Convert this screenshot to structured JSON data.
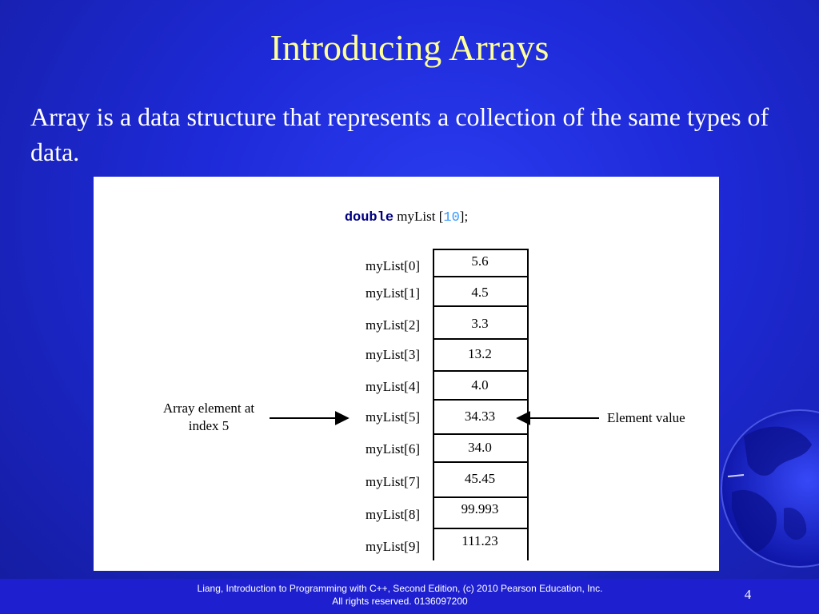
{
  "slide": {
    "title": "Introducing Arrays",
    "body": "Array is a data structure that represents a collection of the same types of data."
  },
  "figure": {
    "declaration": {
      "keyword": "double",
      "name": " myList [",
      "size": "10",
      "end": "];"
    },
    "rows": [
      {
        "label": "myList[0]",
        "value": "5.6"
      },
      {
        "label": "myList[1]",
        "value": "4.5"
      },
      {
        "label": "myList[2]",
        "value": "3.3"
      },
      {
        "label": "myList[3]",
        "value": "13.2"
      },
      {
        "label": "myList[4]",
        "value": "4.0"
      },
      {
        "label": "myList[5]",
        "value": "34.33"
      },
      {
        "label": "myList[6]",
        "value": "34.0"
      },
      {
        "label": "myList[7]",
        "value": "45.45"
      },
      {
        "label": "myList[8]",
        "value": "99.993"
      },
      {
        "label": "myList[9]",
        "value": "111.23"
      }
    ],
    "left_note_line1": "Array element at",
    "left_note_line2": "index 5",
    "right_note": "Element value"
  },
  "footer": {
    "line1": "Liang, Introduction to Programming with C++, Second Edition, (c) 2010 Pearson Education, Inc.",
    "line2": "All rights reserved. 0136097200",
    "page": "4"
  },
  "colors": {
    "title": "#ffff99",
    "background": "#1e2ad8",
    "keyword": "#000080",
    "number": "#3399ff"
  }
}
